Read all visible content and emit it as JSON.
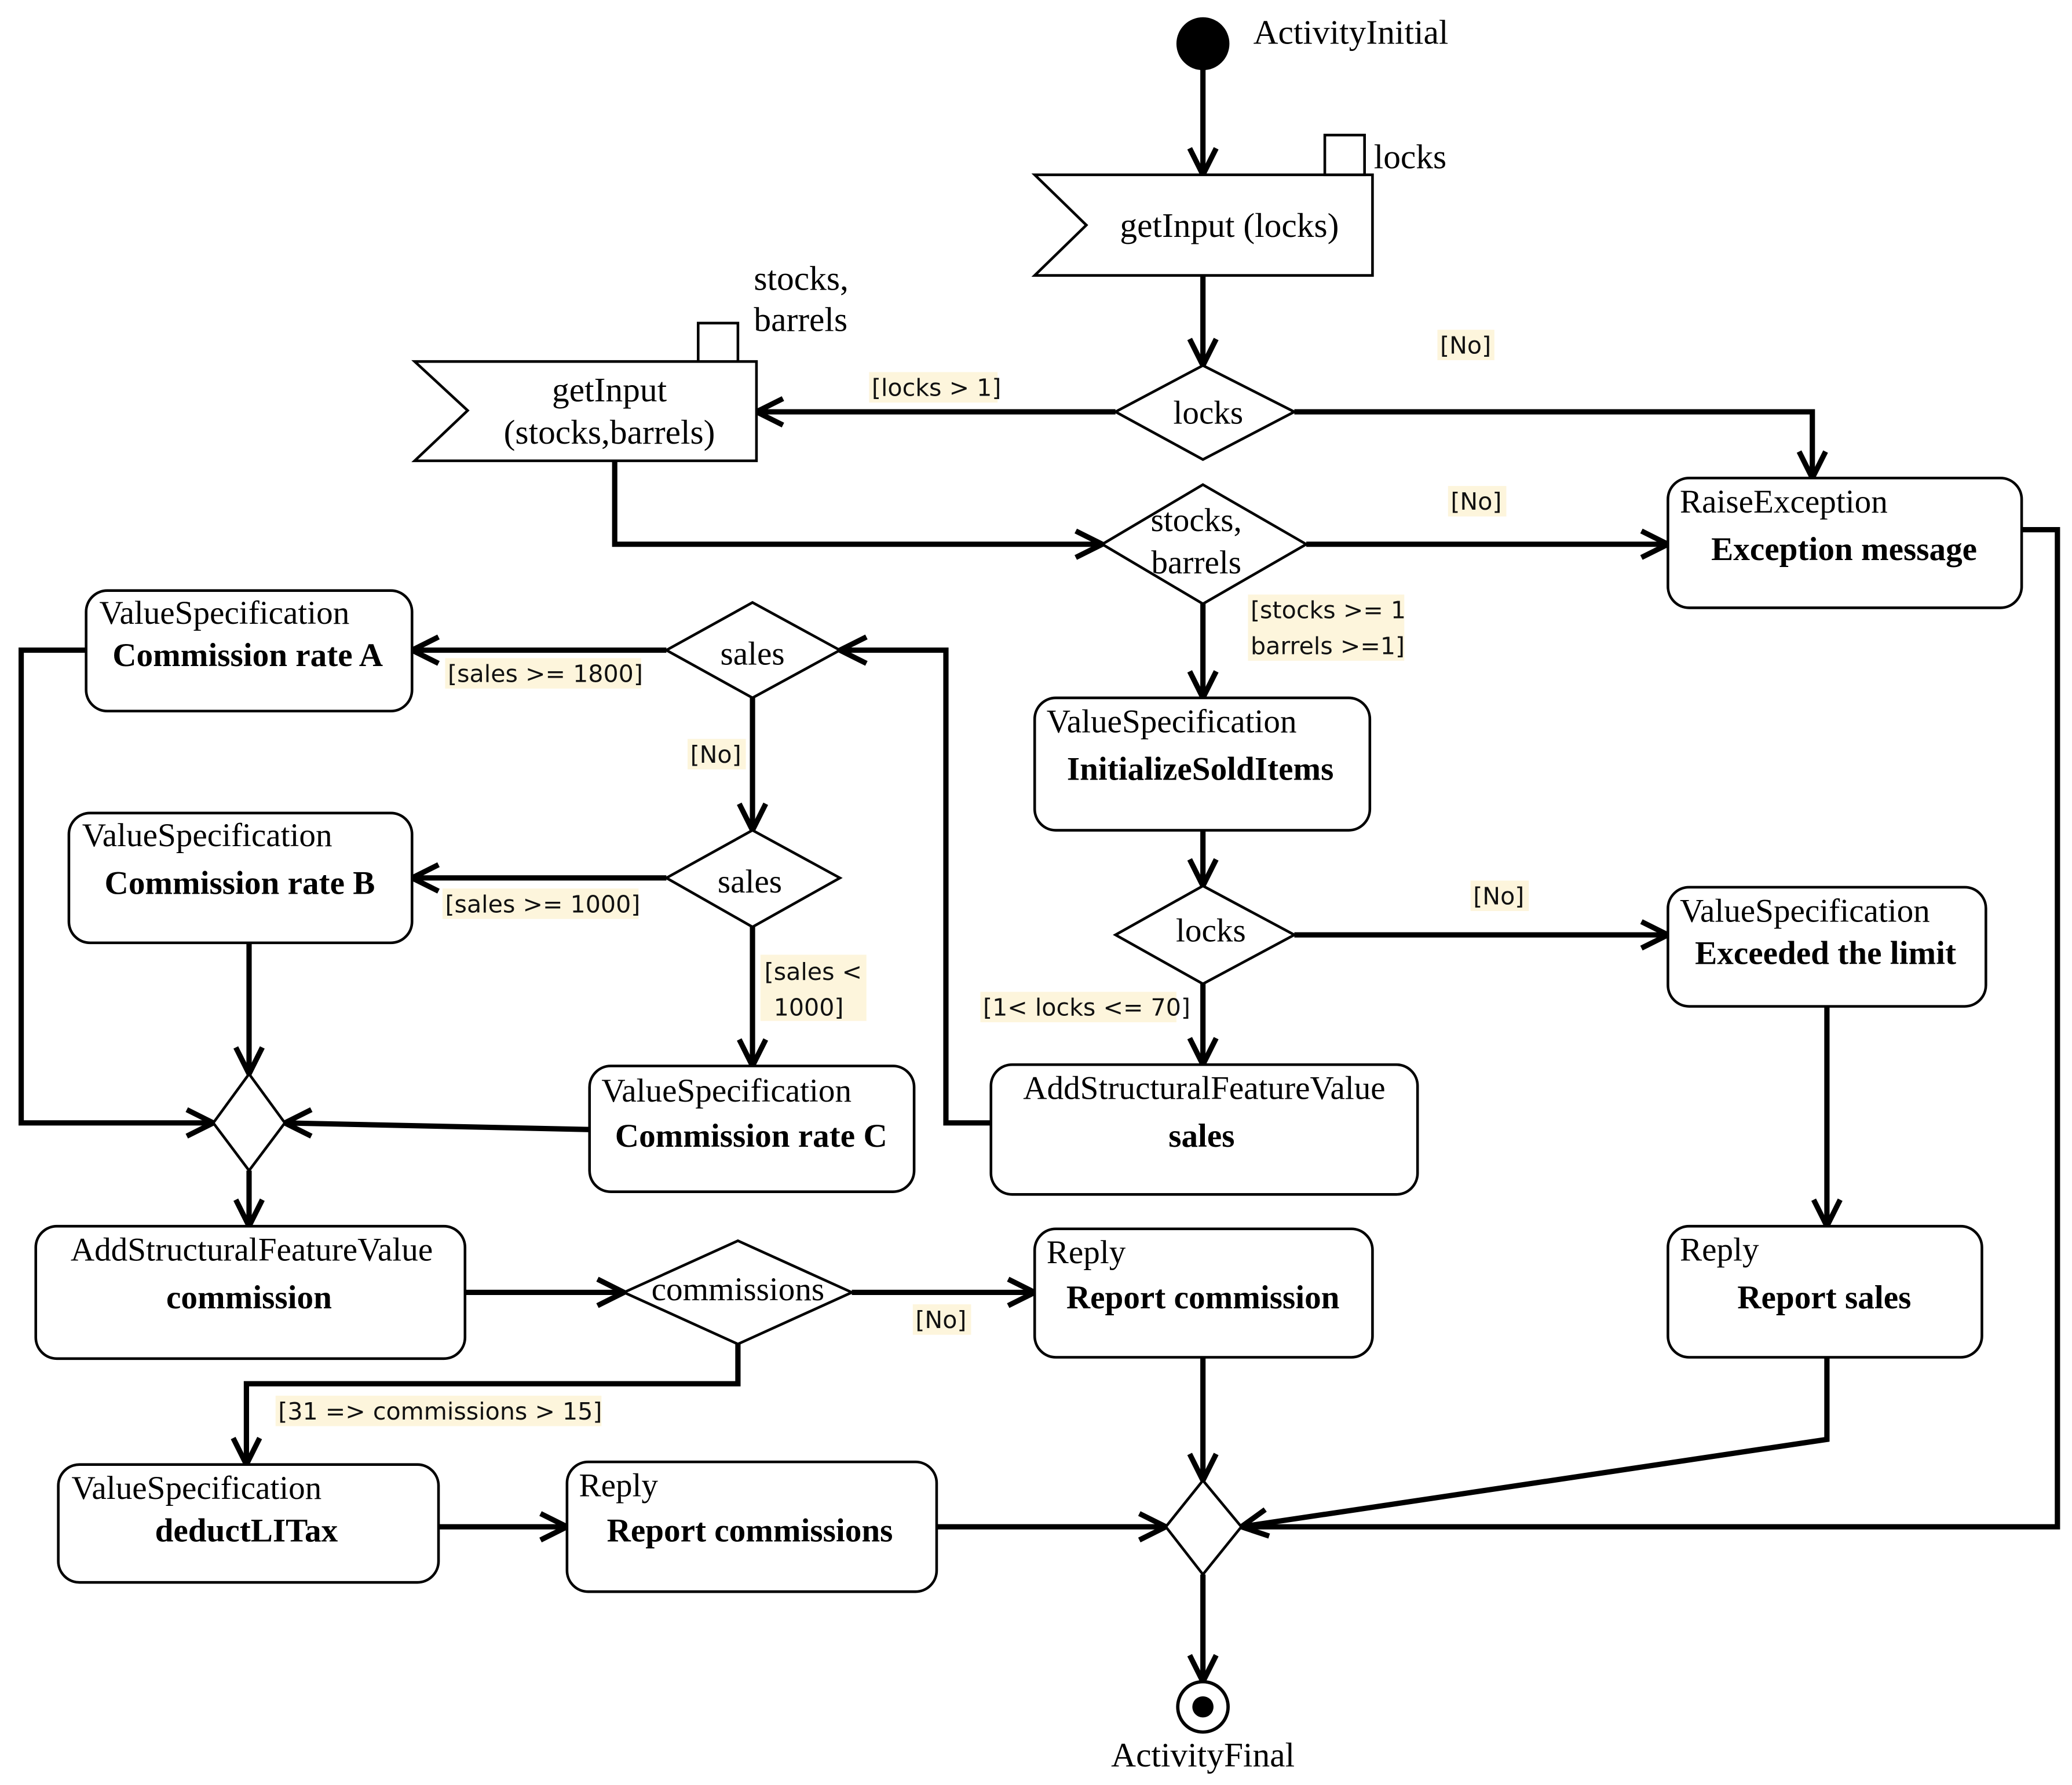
{
  "initial": {
    "label": "ActivityInitial"
  },
  "final": {
    "label": "ActivityFinal"
  },
  "actions": {
    "get_input_locks": {
      "label": "getInput (locks)",
      "pin": "locks"
    },
    "get_input_stocks": {
      "line1": "getInput",
      "line2": "(stocks,barrels)",
      "pin_line1": "stocks,",
      "pin_line2": "barrels"
    },
    "raise_exception": {
      "kind": "RaiseException",
      "name": "Exception message"
    },
    "commission_rate_a": {
      "kind": "ValueSpecification",
      "name": "Commission rate A"
    },
    "commission_rate_b": {
      "kind": "ValueSpecification",
      "name": "Commission rate B"
    },
    "commission_rate_c": {
      "kind": "ValueSpecification",
      "name": "Commission rate C"
    },
    "initialize_sold_items": {
      "kind": "ValueSpecification",
      "name": "InitializeSoldItems"
    },
    "exceeded_limit": {
      "kind": "ValueSpecification",
      "name": "Exceeded the limit"
    },
    "add_sales": {
      "kind": "AddStructuralFeatureValue",
      "name": "sales"
    },
    "add_commission": {
      "kind": "AddStructuralFeatureValue",
      "name": "commission"
    },
    "report_commission": {
      "kind": "Reply",
      "name": "Report commission"
    },
    "report_sales": {
      "kind": "Reply",
      "name": "Report sales"
    },
    "deduct_tax": {
      "kind": "ValueSpecification",
      "name": "deductLITax"
    },
    "report_commissions": {
      "kind": "Reply",
      "name": "Report commissions"
    }
  },
  "decisions": {
    "locks_top": "locks",
    "stocks_barrels": {
      "line1": "stocks,",
      "line2": "barrels"
    },
    "sales_top": "sales",
    "sales_mid": "sales",
    "locks_mid": "locks",
    "commissions": "commissions"
  },
  "guards": {
    "locks_gt_1": "[locks > 1]",
    "no_locks": "[No]",
    "no_stocks": "[No]",
    "stocks_ok_line1": "[stocks >= 1",
    "stocks_ok_line2": "barrels >=1]",
    "sales_ge_1800": "[sales >= 1800]",
    "no_sales_top": "[No]",
    "sales_ge_1000": "[sales >= 1000]",
    "sales_lt_1000_line1": "[sales <",
    "sales_lt_1000_line2": "1000]",
    "no_locks_limit": "[No]",
    "locks_range": "[1< locks <= 70]",
    "no_commissions": "[No]",
    "commissions_range": "[31 => commissions > 15]"
  }
}
